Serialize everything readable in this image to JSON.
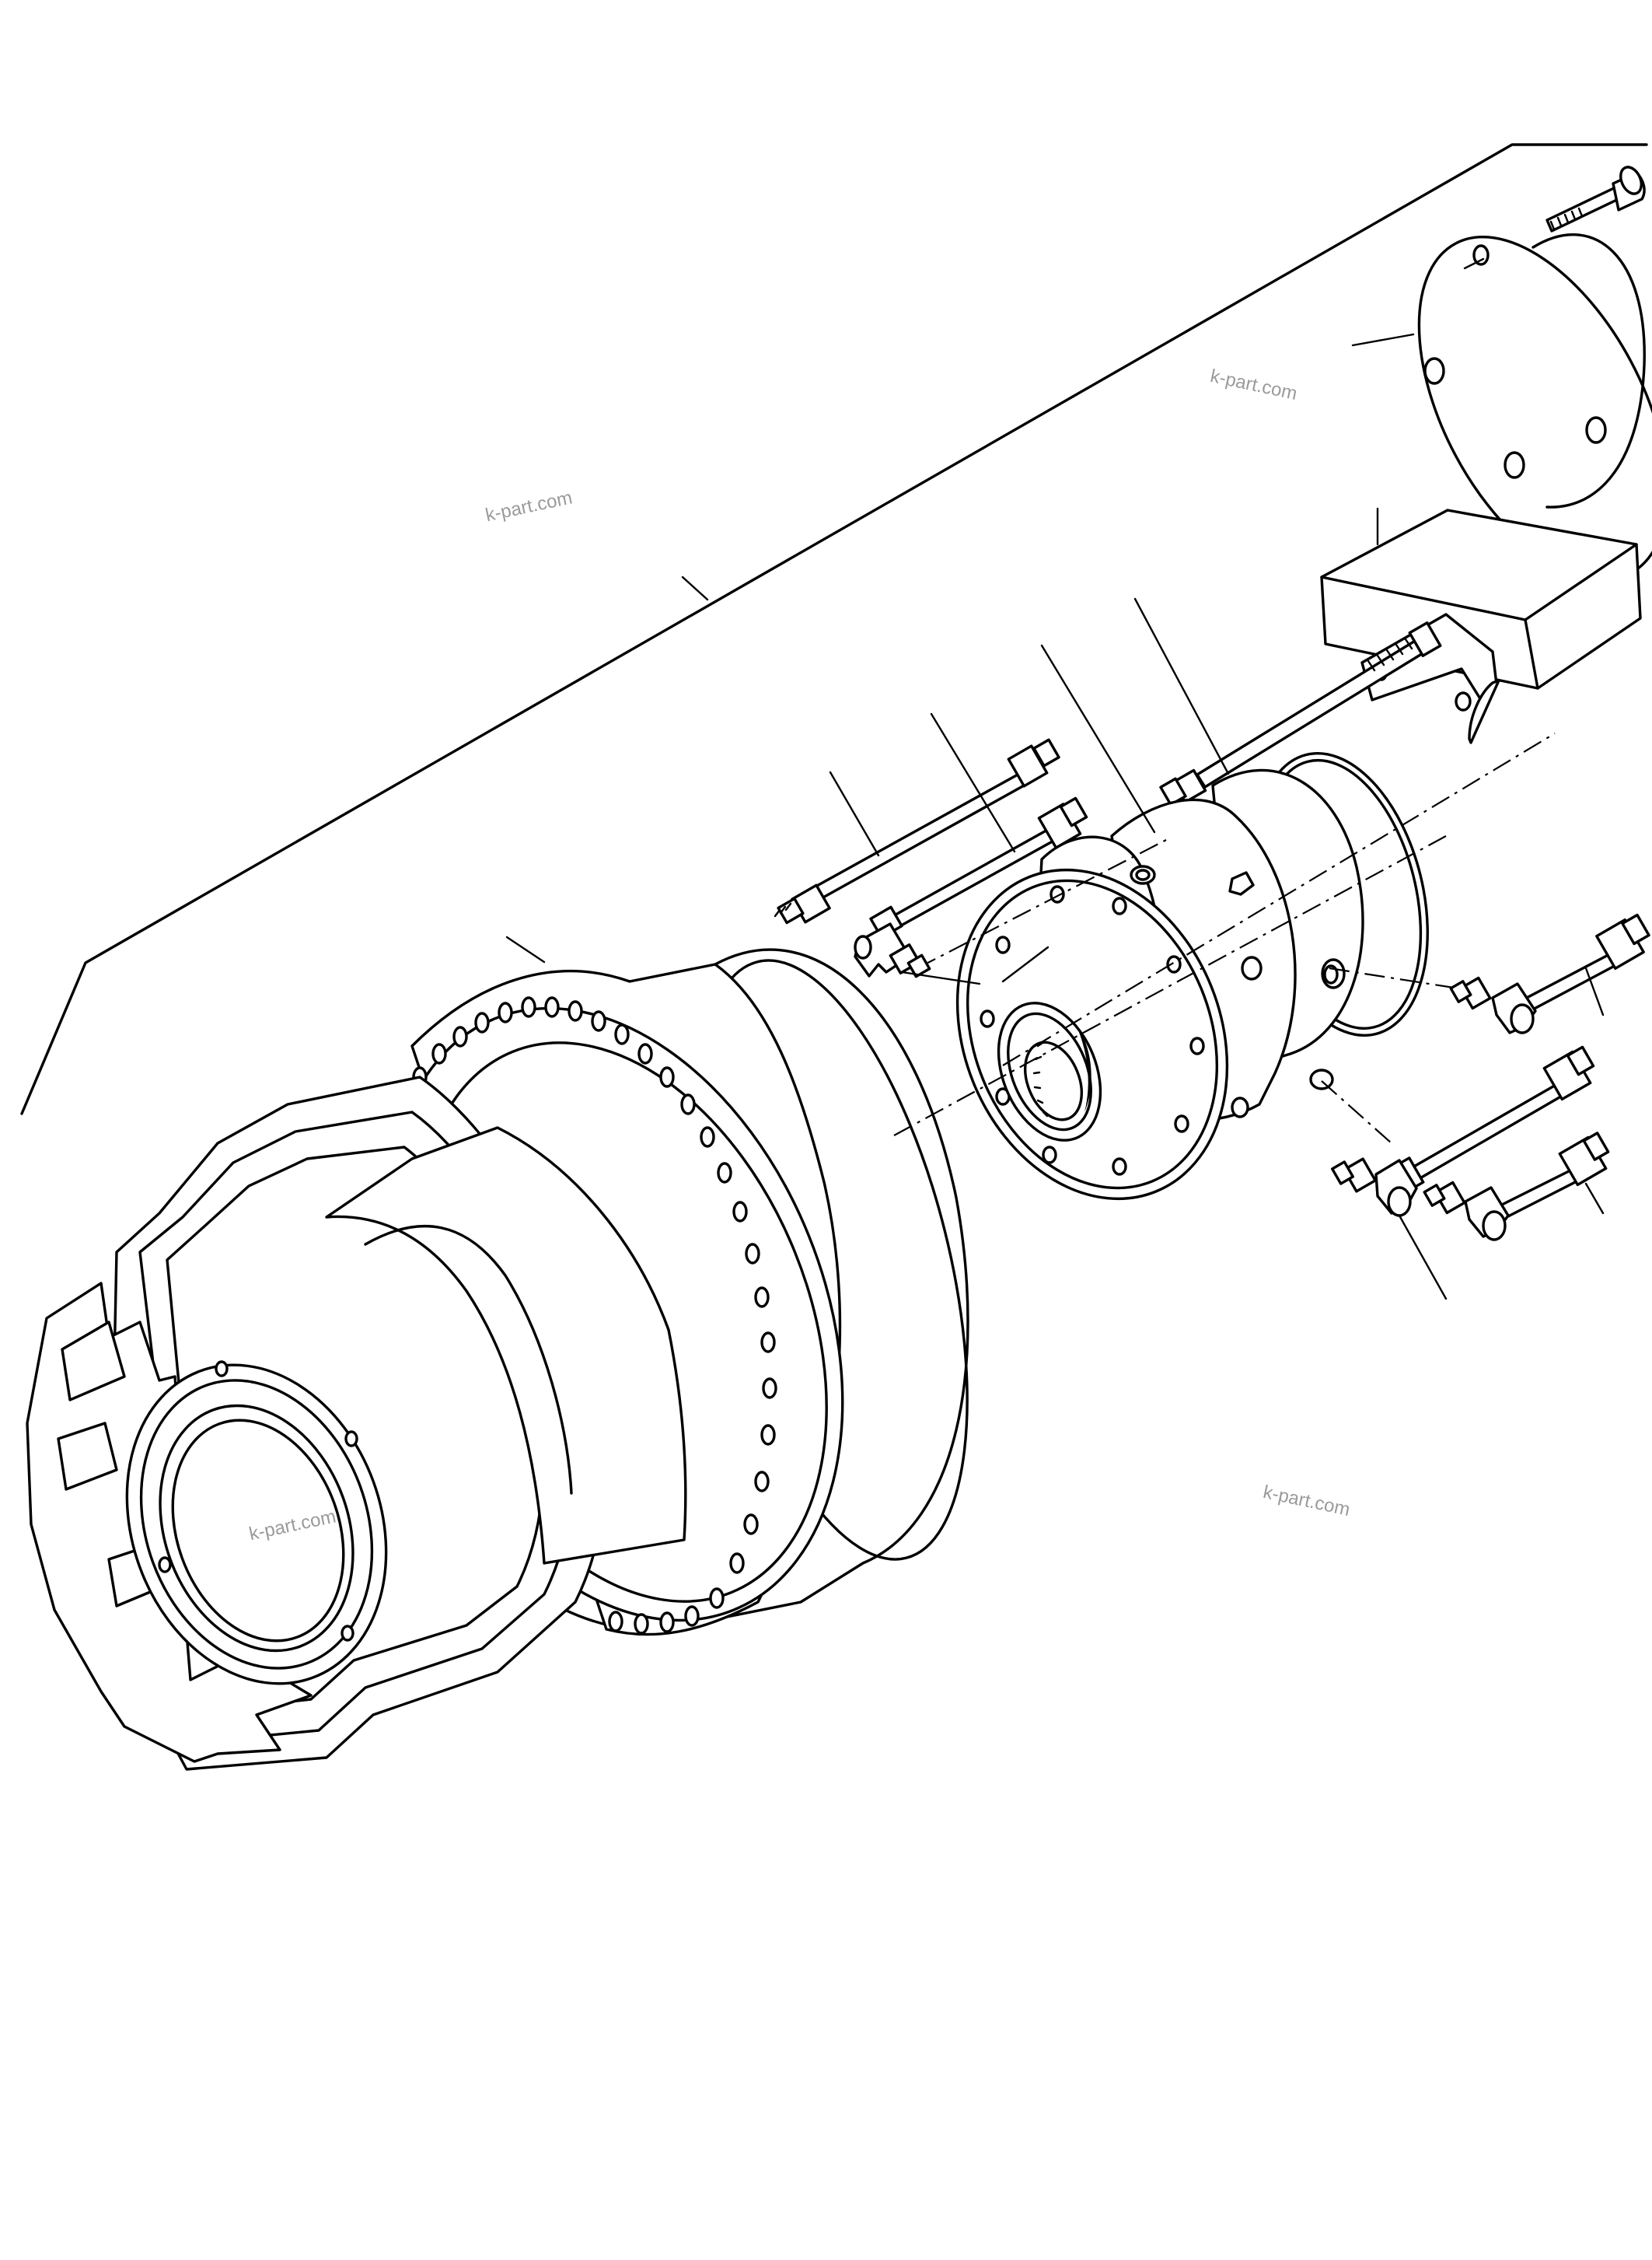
{
  "watermark": {
    "text": "k-part.com",
    "color": "#9a9a9a"
  },
  "parts": [
    {
      "id": "axle-beam",
      "icon": "axle-housing-outline"
    },
    {
      "id": "cover-plate",
      "icon": "round-plate"
    },
    {
      "id": "cover-bolt",
      "icon": "bolt"
    },
    {
      "id": "spacer-block",
      "icon": "rectangular-block"
    },
    {
      "id": "guard-bracket",
      "icon": "curved-bracket"
    },
    {
      "id": "brake-hub",
      "icon": "brake-assembly"
    },
    {
      "id": "o-ring",
      "icon": "seal-ring"
    },
    {
      "id": "wheel-hub-carrier",
      "icon": "planetary-carrier"
    },
    {
      "id": "brake-pipe",
      "icon": "hydraulic-pipe"
    },
    {
      "id": "elbow-fitting",
      "icon": "elbow-union"
    }
  ]
}
